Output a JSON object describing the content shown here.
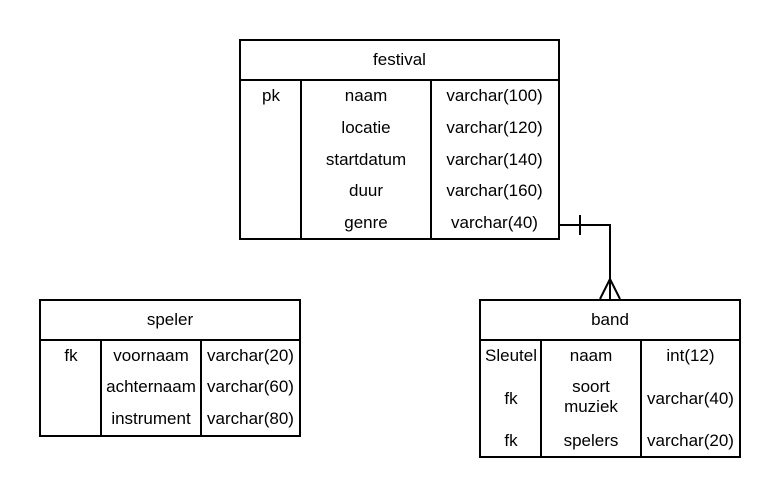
{
  "festival": {
    "title": "festival",
    "pk": "pk",
    "fields": [
      {
        "name": "naam",
        "type": "varchar(100)"
      },
      {
        "name": "locatie",
        "type": "varchar(120)"
      },
      {
        "name": "startdatum",
        "type": "varchar(140)"
      },
      {
        "name": "duur",
        "type": "varchar(160)"
      },
      {
        "name": "genre",
        "type": "varchar(40)"
      }
    ]
  },
  "speler": {
    "title": "speler",
    "fk": "fk",
    "fields": [
      {
        "name": "voornaam",
        "type": "varchar(20)"
      },
      {
        "name": "achternaam",
        "type": "varchar(60)"
      },
      {
        "name": "instrument",
        "type": "varchar(80)"
      }
    ]
  },
  "band": {
    "title": "band",
    "keys": [
      "Sleutel",
      "fk",
      "fk"
    ],
    "fields": [
      {
        "name": "naam",
        "type": "int(12)"
      },
      {
        "name": "soort muziek",
        "type": "varchar(40)"
      },
      {
        "name": "spelers",
        "type": "varchar(20)"
      }
    ]
  },
  "relationship": {
    "from": "festival",
    "to": "band",
    "cardinality": "one-to-many"
  }
}
